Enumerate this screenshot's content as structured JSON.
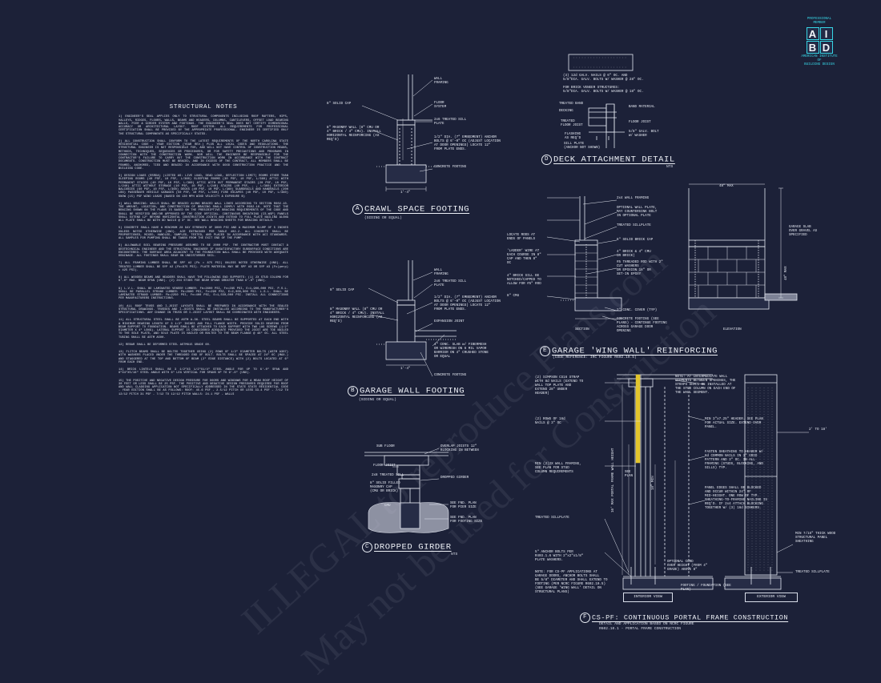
{
  "logo": {
    "top": "PROFESSIONAL\nMEMBER",
    "letters": [
      "A",
      "I",
      "B",
      "D"
    ],
    "bottom": "AMERICAN INSTITUTE\nOF\nBUILDING DESIGN"
  },
  "notes": {
    "heading": "STRUCTURAL NOTES",
    "paras": [
      "1) ENGINEER'S SEAL APPLIES ONLY TO STRUCTURAL COMPONENTS INCLUDING ROOF RAFTERS, HIPS, VALLEYS, RIDGES, FLOORS, WALLS, BEAMS AND HEADERS, COLUMNS, CANTILEVERS, OFFSET LOAD BEARING WALLS, PIER & GIRDER SYSTEM AND FOOTINGS. THE ENGINEER'S SEAL DOES NOT CERTIFY DIMENSIONAL ACCURACY OR ARCHITECTURAL LAYOUT. ROOF SYSTEM: ALL REQUIREMENTS FOR PROFESSIONAL CERTIFICATION SHALL BE PROVIDED BY THE APPROPRIATE PROFESSIONAL. ENGINEER IS CERTIFIED ONLY THE STRUCTURAL COMPONENTS AS SPECIFICALLY STATED.",
      "2) ALL CONSTRUCTION SHALL CONFORM TO THE LATEST REQUIREMENTS OF THE NORTH CAROLINA STATE RESIDENTIAL CODE - YEAR EDITION (YEAR REV.) PLUS ALL LOCAL CODES AND REGULATIONS. THE STRUCTURAL ENGINEER IS NOT RESPONSIBLE FOR, AND WILL NOT HAVE CONTROL OF CONSTRUCTION MEANS, METHODS, TECHNIQUES, SEQUENCES OR PROCEDURES, OR FOR SAFETY PRECAUTIONS AND PROGRAMS IN CONNECTION WITH THE CONSTRUCTION WORK. NOR WILL THE ENGINEER BE RESPONSIBLE FOR THE CONTRACTOR'S FAILURE TO CARRY OUT THE CONSTRUCTION WORK IN ACCORDANCE WITH THE CONTRACT DOCUMENTS. CONSTRUCTION MUST BE BRACED, AND IN EXCESS OF THE CONTRACT, ALL MEMBERS SHALL BE FRAMED, ANCHORED, TIED AND BRACED IN ACCORDANCE WITH GOOD CONSTRUCTION PRACTICE AND THE BUILDING CODE.",
      "3) DESIGN LOADS (RSRDA) (LISTED AS: LIVE LOAD, DEAD LOAD, DEFLECTION LIMIT) ROOMS OTHER THAN SLEEPING ROOMS (40 PSF, 10 PSF, L/360) SLEEPING ROOMS (30 PSF, 10 PSF, L/360) ATTIC WITH PERMANENT STAIRS (40 PSF, 10 PSF, L/360) ATTIC WITH OUT PERMANENT STAIRS (20 PSF, 10 PSF, L/240) ATTIC WITHOUT STORAGE (10 PSF, 10 PSF, L/240) STAIRS (40 PSF, - , L/360) EXTERIOR BALCONIES (60 PSF, 10 PSF, L/360) DECKS (40 PSF, 10 PSF, L/360) GUARDRAILS AND HANDRAILS (200 LBS) PASSENGER VEHICLE GARAGES (50 PSF, 10 PSF, L/360) FIRE ESCAPES (40 PSF, 10 PSF, L/360) SNOW (15) PSF WIND LOADS (BASED ON 130 MPH WIND VELOCITY & EXPOSURE B)",
      "4) WALL BRACING: WALLS SHALL BE BRACED ALONG BRACED WALL LINES ACCORDING TO SECTION R602.10. THE AMOUNT, LOCATION, AND CONSTRUCTION OF BRACING SHALL COMPLY WITH R602.10. NOTE THAT THE BRACING SHOWN ON THE PLANS IS BASED ON THE PRESCRIPTIVE BRACING REQUIREMENTS OF THE CODE AND SHALL BE VERIFIED AND/OR APPROVED BY THE CODE OFFICIAL. CONTINUOUS SHEATHING (CS-WSP) PANELS SHALL EXTEND 12\" BEYOND HORIZONTAL CONSTRUCTION JOINTS AND EXTEND TO FULL PLATE NAILING ALONG ALL PLATE SHALL BE WITH 8D NAILS @ 3\" OC. SEE WALL BRACING SHEETS FOR BRACING DETAILS.",
      "5) CONCRETE SHALL HAVE A MINIMUM 28 DAY STRENGTH OF 3000 PSI AND A MAXIMUM SLUMP OF 5 INCHES UNLESS NOTED OTHERWISE (UNO). AIR ENTRAINED PER TABLE 402.2. ALL CONCRETE SHALL BE PROPORTIONED, MIXED, HANDLED, SAMPLED, TESTED, AND PLACED IN ACCORDANCE WITH ACI STANDARDS. ALL SAMPLES FOR PUMPING SHALL BE TAKEN FROM THE EXIT END OF THE PUMP.",
      "6) ALLOWABLE SOIL BEARING PRESSURE ASSUMED TO BE 2000 PSF. THE CONTRACTOR MUST CONTACT A GEOTECHNICAL ENGINEER AND THE STRUCTURAL ENGINEER IF UNSATISFACTORY SUBSURFACE CONDITIONS ARE ENCOUNTERED. THE SURFACE AREA ADJACENT TO THE FOUNDATION WALL SHALL BE PROVIDED WITH ADEQUATE DRAINAGE. ALL FOOTINGS SHALL BEAR ON UNDISTURBED SOIL.",
      "7) ALL FRAMING LUMBER SHALL BE SPF #2 (Fb = 875 PSI) UNLESS NOTED OTHERWISE (UNO). ALL TREATED LUMBER SHALL BE SYP #2 (Fb=975 PSI). PLATE MATERIAL MAY BE SPF #3 OR SYP #3 (Fc(perp) = 425 PSI).",
      "8) ALL WOODEN BEAMS AND HEADERS SHALL HAVE THE FOLLOWING END SUPPORTS: (1) 2X STUD COLUMN FOR 6'-0\" MAX. BEAM SPAN (UNO). (2) 2X4 STUDS FOR BEAM SPANS GREATER THAN 6'-0\" (UNO).",
      "9) L.V.L. SHALL BE LAMINATED VENEER LUMBER: Fb=2600 PSI, Fv=285 PSI, E=1,900,000 PSI. P.S.L. SHALL BE PARALLEL STRAND LUMBER: Fb=2900 PSI, Fv=290 PSI, E=2,000,000 PSI. L.S.L. SHALL BE LAMINATED STRAND LUMBER: Fb=2250 PSI, Fv=400 PSI, E=1,550,000 PSI. INSTALL ALL CONNECTIONS PER MANUFACTURERS INSTRUCTIONS.",
      "10) ALL ROOF TRUSS AND I-JOIST LAYOUTS SHALL BE PREPARED IN ACCORDANCE WITH THE SEALED STRUCTURAL DRAWINGS. TRUSSES AND I-JOISTS SHALL BE INSTALLED ACCORDING TO THE MANUFACTURER'S SPECIFICATIONS. ANY CHANGE IN TRUSS OR I-JOIST LAYOUT SHALL BE COORDINATED WITH ENGINEERS.",
      "11) ALL STRUCTURAL STEEL SHALL BE ASTM A-36. STEEL BEAMS SHALL BE SUPPORTED AT EACH END WITH A MINIMUM BEARING LENGTH OF 3 1/2\" INCHES AND FULL FLANGE WIDTH. PROVIDE SOLID BEARING FROM BEAM SUPPORT TO FOUNDATION. BEAMS SHALL BE ATTACHED TO EACH SUPPORT WITH TWO LAG SCREWS (1/2\" DIAMETER X 4\" LONG). LATERAL SUPPORT IS CONSIDERED ADEQUATE PROVIDED THE JOIST ARE TOE NAILED TO THE SOLE PLATE, AND SOLE PLATE IS NAILED OR BOLTED TO THE BEAM FLANGE @ 48\" OC. ALL STEEL TUBING SHALL BE ASTM A500.",
      "12) REBAR SHALL BE DEFORMED STEEL ASTM615 GRADE 60.",
      "13) FLITCH BEAMS SHALL BE BOLTED TOGETHER USING (2) ROWS OF 1/2\" DIAMETER BOLTS (ASTM A307) WITH WASHERS PLACED UNDER THE THREADED END OF BOLT. BOLTS SHALL BE SPACED AT 24\" OC (MAX.) AND STAGGERED AT THE TOP AND BOTTOM OF BEAM (2\" EDGE DISTANCE) WITH (2) BOLTS LOCATED AT 6\" FROM EACH END.",
      "14) BRICK LINTELS SHALL BE 3 1/2\"X3 1/2\"X1/4\" STEEL ANGLE FOR UP TO 6'-0\" SPAN AND 6\"X4\"X5/16\" STEEL ANGLE WITH 6\" LEG VERTICAL FOR SPANS UP TO 9'-0\" (UNO).",
      "15) THE POSITIVE AND NEGATIVE DESIGN PRESSURE FOR DOORS AND WINDOWS FOR A MEAN ROOF HEIGHT OF 30 FEET OR LESS SHALL BE 25 PSF. THE POSITIVE AND NEGATIVE DESIGN PRESSURES REQUIRED FOR ROOF AND WALL CLADDING APPLICATION NOT SPECIFICALLY ADDRESSED IN THE STATE STATE RESIDENTIAL CODE - YEAR EDITION SHALL BE AS FOLLOWS: ROOF: 45.6 PSF - 2.5/12 PITCH OR LESS 33.4 PSF - 7/12 TO 12/12 PITCH 31 PSF - 7/12 TO 12/12 PITCH WALLS: 24.1 PSF - WALLS"
    ]
  },
  "details": {
    "a": {
      "letter": "A",
      "title": "CRAWL SPACE FOOTING",
      "sub": "(SIDING OR EQUAL)",
      "labels": [
        "WALL\nFRAMING",
        "8\" SOLID CAP",
        "FLOOR\nSYSTEM",
        "2x6 TREATED SILL\nPLATE",
        "8\" MASONRY WALL (8\" CMU OR\n4\" BRICK / 4\" CMU). INSTALL\nHORIZONTAL REINFORCING (AS\nREQ'D)",
        "1/2\" DIA. (7\" EMBEDMENT) ANCHOR\nBOLTS @ 6'-0\" OC (ADJUST LOCATION\nAT DOOR OPENINGS) LOCATE 12\"\nFROM PLATE ENDS.",
        "CONCRETE FOOTING",
        "1'-4\""
      ]
    },
    "b": {
      "letter": "B",
      "title": "GARAGE WALL FOOTING",
      "sub": "(SIDING OR EQUAL)",
      "labels": [
        "WALL\nFRAMING",
        "2x6 TREATED SILL\nPLATE",
        "8\" SOLID CAP",
        "1/2\" DIA. (7\" EMBEDMENT) ANCHOR\nBOLTS @ 6'-0\" OC (ADJUST LOCATION\nAT DOOR OPENINGS) LOCATE 12\"\nFROM PLATE ENDS.",
        "8\" MASONRY WALL (8\" CMU OR\n4\" BRICK / 4\" CMU). INSTALL\nHORIZONTAL REINFORCING (AS\nREQ'D)",
        "EXPANSION JOINT",
        "4\" CONC. SLAB w/ FIBERMESH\nOR WIREMESH ON 6 MIL VAPOR\nBARRIER ON 4\" CRUSHED STONE\nOR EQUAL",
        "CONCRETE FOOTING",
        "1'-4\""
      ]
    },
    "c": {
      "letter": "C",
      "title": "DROPPED GIRDER",
      "sub": "NTS",
      "labels": [
        "SUB FLOOR",
        "OVERLAP JOISTS 12\"\nBLOCKING IN BETWEEN",
        "FLOOR JOIST",
        "2x8 TREATED SILL",
        "DROPPED GIRDER",
        "8\" SOLID FILLED\nMASONRY CAP\n(CMU OR BRICK)",
        "CMU",
        "SEE FND. PLAN\nFOR PIER SIZE",
        "SEE FND. PLAN\nFOR FOOTING SIZE"
      ]
    },
    "d": {
      "letter": "D",
      "title": "DECK ATTACHMENT DETAIL",
      "sub": "NTS",
      "labels": [
        "(3) 12d GALV. NAILS @ 6\" OC. AND\n5/8\"DIA. GALV. BOLTS W/ WASHER @ 28\" OC.",
        "FOR BRICK VENEER STRUCTURES:\n5/8\"DIA. GALV. BOLTS W/ WASHER @ 18\" OC.",
        "TREATED BAND",
        "DECKING",
        "BAND MATERIAL",
        "TREATED\nFLOOR JOIST",
        "FLOOR JOIST",
        "FLASHING\nAS REQ'D",
        "5/8\" GALV. BOLT\nW/ WASHER",
        "SILL PLATE\n(ANCHOR NOT SHOWN)"
      ]
    },
    "e": {
      "letter": "E",
      "title": "GARAGE 'WING WALL' REINFORCING",
      "sub": "(CODE REFERENCE: IRC FIGURE R602.10.5)",
      "labels": [
        "2x4 WALL FRAMING",
        "OPTIONAL WALL PLATE,\nMAY COUNTERSINK BOLT\nIN OPTIONAL PLATE",
        "TREATED SILLPLATE",
        "LOCATE RODS AT\nENDS OF PANELS",
        "8\" SOLID BRICK CAP",
        "'LADDER' WIRE AT\nEACH COURSE IN 8\"\nCAP AND THEN 8\"\nOC",
        "4\" BRICK & 4\" CMU\nOR BRICK)",
        "#5 THREADED ROD WITH 2\"\nCUT WASHERS\nOR EPOXION 18\" OR\nSET-IN EPOXY",
        "4\" BRICK SILL BE\nNOTCHED/CAPPED TO\nALLOW FOR #5\" ROD",
        "8\" CMU",
        "2\" CONC. COVER (TYP)",
        "CONCRETE FOOTING (SEE\nPLANS) - CONTINUE FOOTING\nACROSS GARAGE DOOR\nOPENING",
        "48\" MAX",
        "GARAGE SLAB\nOVER GRAVEL AS\nSPECIFIED",
        "48\" MAX",
        "SECTION",
        "ELEVATION"
      ]
    },
    "f": {
      "letter": "F",
      "title": "CS-PF: CONTINUOUS PORTAL FRAME CONSTRUCTION",
      "sub1": "DETAIL AND APPLICATION BASED ON NCRC FIGURE",
      "sub2": "R602.10.1 - PORTAL FRAME CONSTRUCTION",
      "labels": [
        "(2) SIMPSON CS16 STRAP\nWITH 8d NAILS (EXTEND TO\nWALL TOP PLATE AND\nEXTEND 28\" UNDER\nHEADER)",
        "(2) ROWS OF 16d\nNAILS @ 3\" OC",
        "MIN (2)2X WALL FRAMING,\nSEE PLAN FOR STUD\nCOLUMN REQUIREMENTS",
        "TREATED SILLPLATE",
        "5\" ANCHOR BOLTS PER\nR403.1.6 WITH 2\"x2\"x1/8\"\nPLATE WASHERS.",
        "NOTE: FOR CS-PF APPLICATIONS AT\nGARAGE DOORS, ANCHOR BOLTS SHALL\nBE 5/8\" DIAMETER AND SHALL EXTEND TO\nFOOTING (PER NCRC FIGURE R602.10.5)\n(SEE GARAGE 'WING WALL' DETAIL ON\nSTRUCTURAL PLANS)",
        "NOTE: AT INTERMEDIATE WALL\nSEGMENTS BETWEEN OPENINGS, THE\nSTRAPS SHALL BE INSTALLED AT\nTHE STUD COLUMN ON EACH END OF\nTHE WALL SEGMENT.",
        "MIN 3\"x7.25\" HEADER. SEE PLAN\nFOR ACTUAL SIZE. EXTEND OVER\nPANEL.",
        "FASTEN SHEATHING TO HEADER W/\n8d COMMON NAILS IN 3\" GRID\nPATTERN AND 3\" OC. IN ALL\nFRAMING (STUDS, BLOCKING, AND\nSILLS) TYP.",
        "PANEL EDGES SHALL BE BLOCKED\nAND OCCUR WITHIN 24\" OF\nMID-HEIGHT. ONE ROW OF TYP.\nSHEATHING-TO-FRAMING NAILING IS\nREQ'D. IF 2x4 ATTACH BLOCKING\nTOGETHER W/ (3) 16d SINKERS.",
        "MIN 7/16\" THICK WOOD\nSTRUCTURAL PANEL\nSHEATHING",
        "TREATED SILLPLATE",
        "OPTIONAL CORD\nOVER HEIGHT (FROM 4\"\nGRADE) ABOVE 8\"",
        "FOOTING / FOUNDATION (SEE\nPLAN)",
        "SEE\nPLAN",
        "2' TO 18'",
        "10' MAX PORTAL FRAME WALL HEIGHT",
        "18\" MIN",
        "INTERIOR VIEW",
        "EXTERIOR VIEW"
      ]
    }
  },
  "watermark": [
    "ILLEGAL to reproduce Plans.com",
    "May not be used for Construction"
  ]
}
